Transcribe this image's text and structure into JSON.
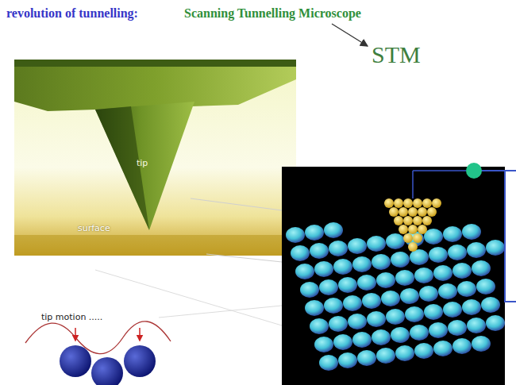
{
  "diagram": {
    "title": "revolution of tunnelling:",
    "labels": [
      "Scanning Tunnelling Microscope",
      "STM",
      "tip",
      "surface",
      "tip motion ....."
    ]
  }
}
